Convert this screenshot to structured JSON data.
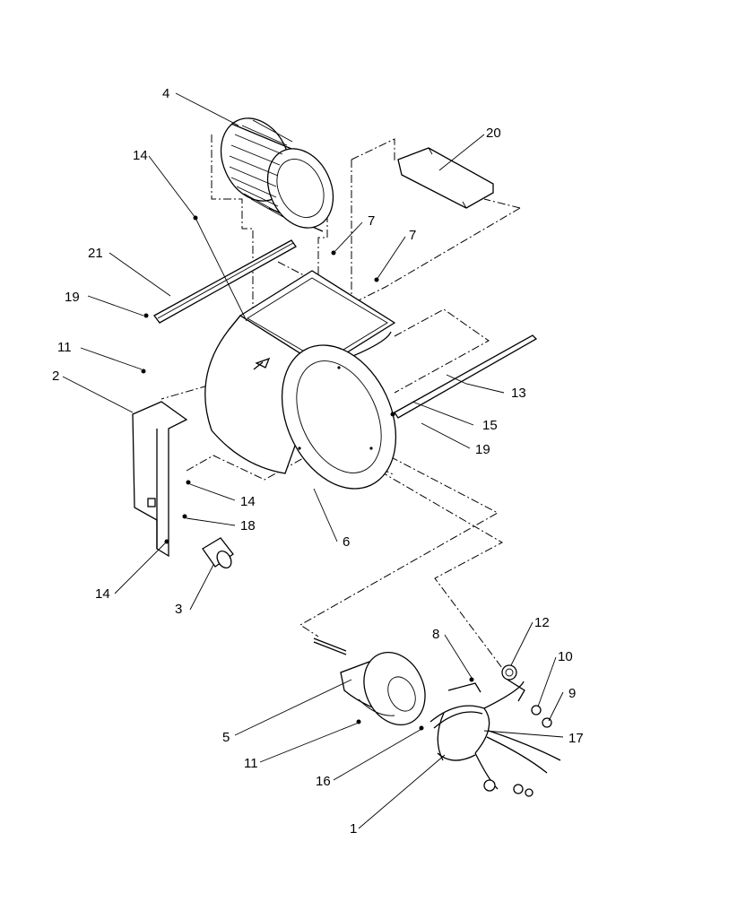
{
  "callouts": [
    "4",
    "20",
    "14",
    "7",
    "7",
    "21",
    "19",
    "11",
    "2",
    "13",
    "15",
    "19",
    "14",
    "18",
    "6",
    "14",
    "3",
    "12",
    "8",
    "10",
    "9",
    "5",
    "17",
    "11",
    "16",
    "1"
  ],
  "parts": {
    "blower_wheel": "4",
    "top_panel": "20",
    "rail": "21",
    "housing": "6",
    "mounting_bracket": "2",
    "capacitor": "3",
    "motor": "5",
    "motor_mount": "1",
    "shaft_rod": "13"
  }
}
